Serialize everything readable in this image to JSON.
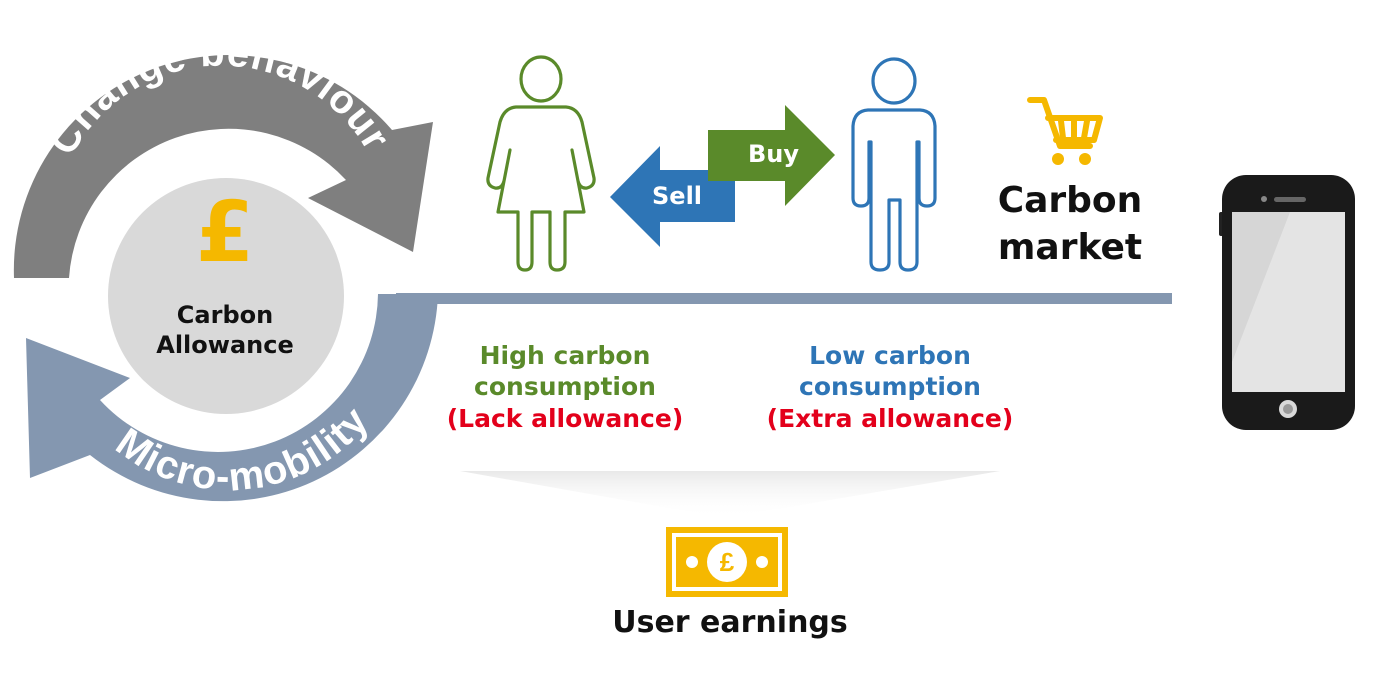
{
  "cycle": {
    "top_arrow_label": "Change behaviour",
    "bottom_arrow_label": "Micro-mobility",
    "center": {
      "symbol": "£",
      "line1": "Carbon",
      "line2": "Allowance"
    }
  },
  "trade": {
    "sell_label": "Sell",
    "buy_label": "Buy"
  },
  "market": {
    "line1": "Carbon",
    "line2": "market"
  },
  "high": {
    "line1": "High carbon",
    "line2": "consumption",
    "line3": "(Lack allowance)"
  },
  "low": {
    "line1": "Low carbon",
    "line2": "consumption",
    "line3": "(Extra allowance)"
  },
  "earnings": {
    "symbol": "£",
    "label": "User earnings"
  },
  "colors": {
    "top_arrow": "#7f7f7f",
    "bottom_arrow": "#8497b0",
    "center_circle": "#d9d9d9",
    "pound": "#f5b800",
    "woman": "#5a8a2a",
    "man": "#2e75b6",
    "sell_arrow": "#2e75b6",
    "buy_arrow": "#5a8a2a",
    "divider": "#8497b0",
    "accent_red": "#e3001b"
  }
}
